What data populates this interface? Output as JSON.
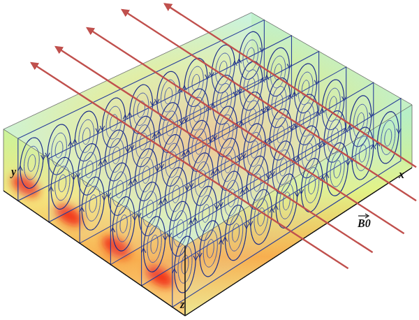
{
  "diagram": {
    "labels": [
      "y",
      "x",
      "z",
      "B0"
    ]
  }
}
